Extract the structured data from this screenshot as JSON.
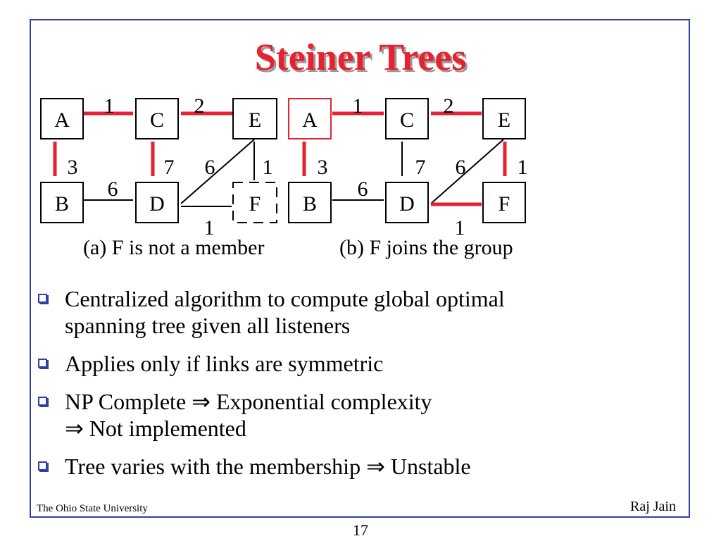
{
  "slide": {
    "title": "Steiner Trees",
    "page_number": "17",
    "footer_left": "The Ohio State University",
    "footer_right": "Raj Jain"
  },
  "diagram": {
    "highlight_color": "#e8202f",
    "nodes": {
      "a": {
        "A": "A",
        "B": "B",
        "C": "C",
        "D": "D",
        "E": "E",
        "F": "F"
      },
      "b": {
        "A": "A",
        "B": "B",
        "C": "C",
        "D": "D",
        "E": "E",
        "F": "F"
      }
    },
    "weights": {
      "a": {
        "AC": "1",
        "CE": "2",
        "AB": "3",
        "CD": "7",
        "DE": "6",
        "EF": "1",
        "BD": "6",
        "DF": "1"
      },
      "b": {
        "AC": "1",
        "CE": "2",
        "AB": "3",
        "CD": "7",
        "DE": "6",
        "EF": "1",
        "BD": "6",
        "DF": "1"
      }
    },
    "captions": {
      "a": "(a) F is not a member",
      "b": "(b) F joins the group"
    }
  },
  "bullets": [
    {
      "line1": "Centralized algorithm to compute global optimal",
      "line2": "spanning tree given all listeners"
    },
    {
      "line1": "Applies only if links are symmetric",
      "line2": ""
    },
    {
      "line1": "NP Complete ⇒ Exponential complexity",
      "line2": "⇒ Not implemented"
    },
    {
      "line1": "Tree varies with the membership ⇒ Unstable",
      "line2": ""
    }
  ]
}
